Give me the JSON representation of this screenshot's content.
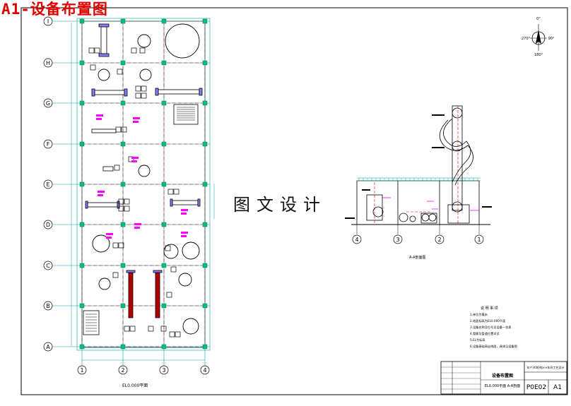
{
  "sheet_title": "A1-设备布置图",
  "watermark": "图文设计",
  "plan": {
    "row_axes": [
      "I",
      "H",
      "G",
      "F",
      "E",
      "D",
      "C",
      "B",
      "A"
    ],
    "col_axes": [
      "1",
      "2",
      "3",
      "4"
    ],
    "caption": "EL0.000平面"
  },
  "section": {
    "axes": [
      "4",
      "3",
      "2",
      "1"
    ],
    "caption": "A-A剖面图"
  },
  "compass": {
    "north": "0°",
    "west": "270°",
    "east": "90°",
    "south": "180°"
  },
  "notes": {
    "heading": "说 明 事 项",
    "items": [
      "1.单位为毫米",
      "2.地面标高为EL0.000平面",
      "3.设备名称及位号见设备一览表",
      "4.管廊及管道位置详见",
      "5.EL为标高",
      "6.设备基础高出地面，具体见设备图"
    ]
  },
  "title_block": {
    "project": "年产3000吨××车间工艺设计",
    "drawing_name": "设备布置图",
    "sub_name": "EL0.000平面 A-A剖面",
    "drawing_no": "P0E02",
    "size": "A1"
  },
  "colors": {
    "grid": "#00a0a0",
    "frame": "#000000",
    "red": "#e00000",
    "magenta": "#ff00ff",
    "node": "#00c080"
  }
}
